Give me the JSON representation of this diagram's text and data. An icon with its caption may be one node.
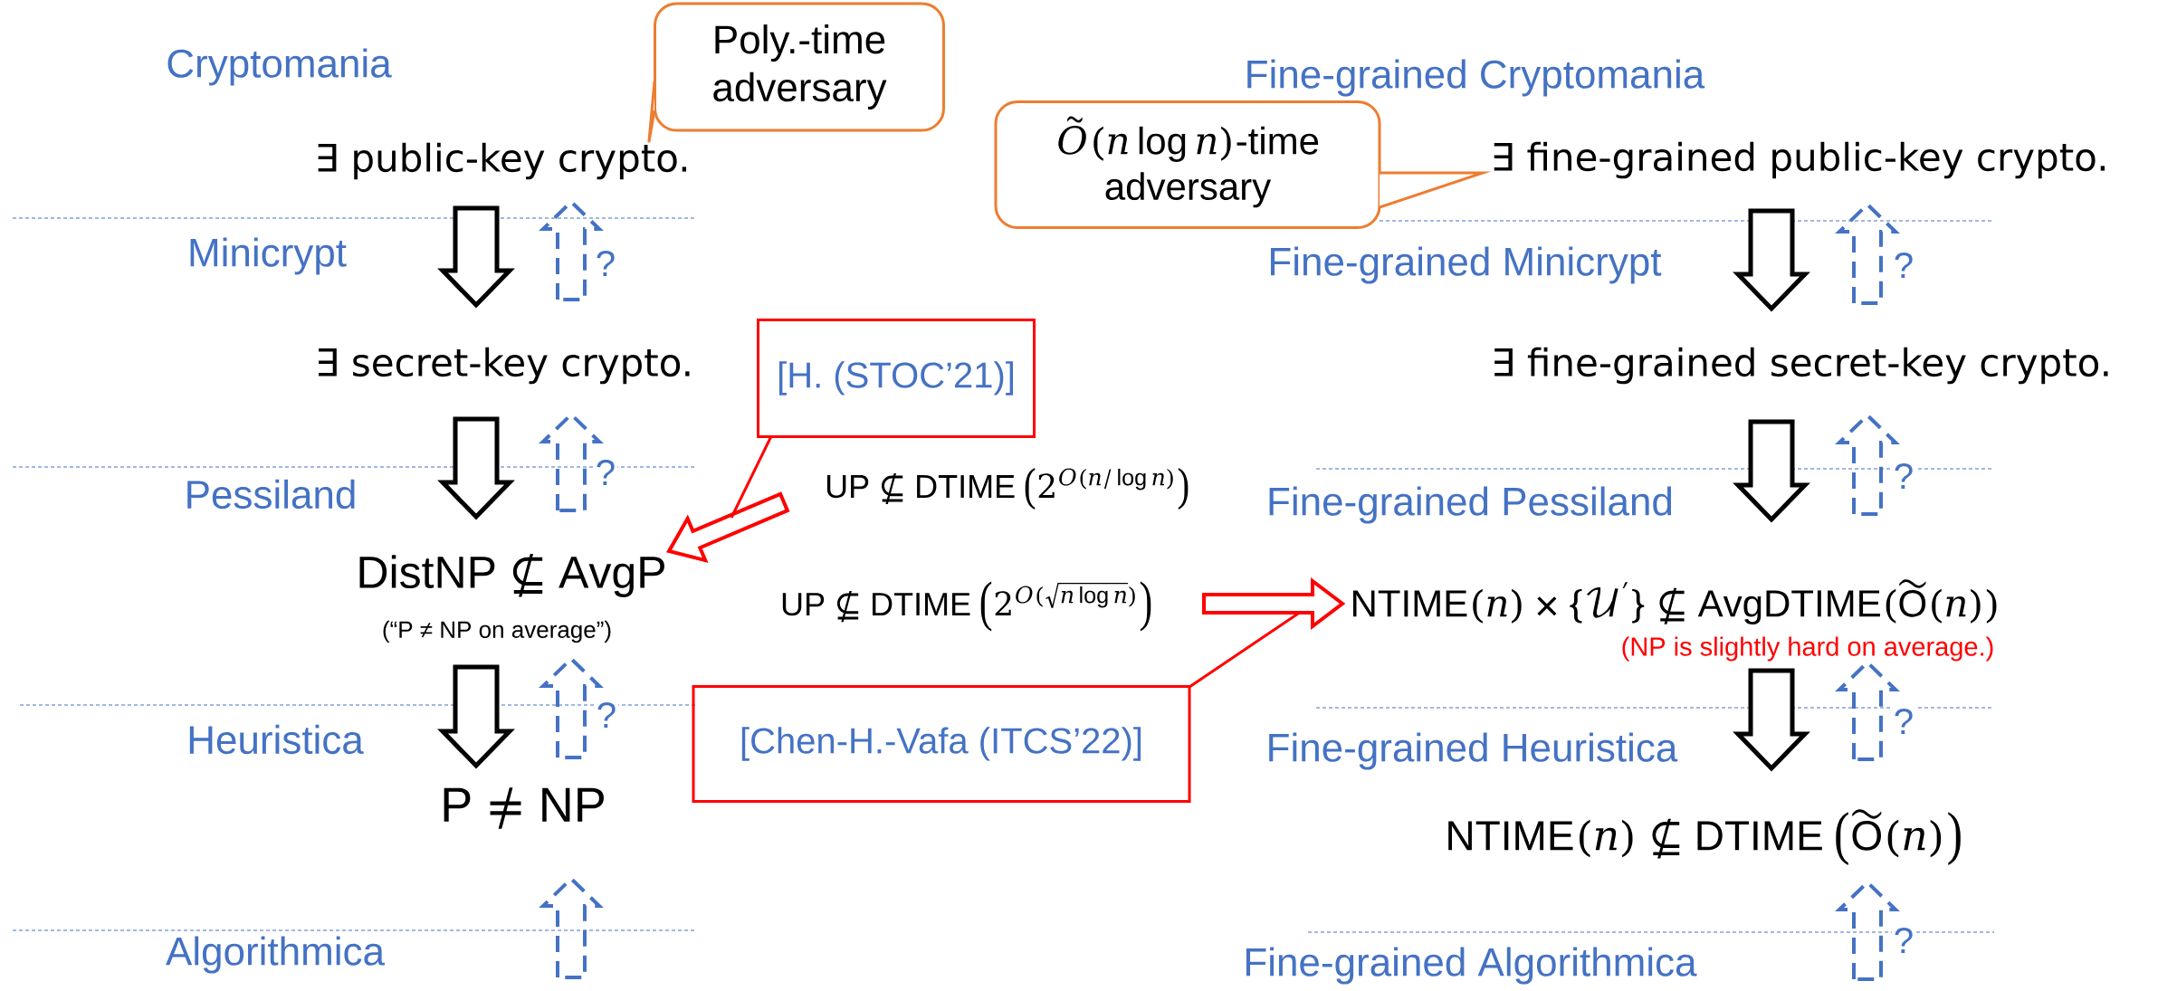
{
  "diagram": {
    "nodes": [
      {
        "text": [
          "∃ public-key crypto."
        ]
      },
      {
        "text": [
          "∃ secret-key crypto."
        ]
      },
      {
        "text": [
          "\\mathrm{DistNP}\\nsubseteq\\mathrm{AvgP}"
        ],
        "beside": [
          "(“P ≠ NP on average”)"
        ]
      },
      {
        "text": [
          "\\mathrm{P}\\neq\\mathrm{NP}"
        ]
      },
      {
        "text": [
          "∃ fine-grained public-key crypto."
        ]
      },
      {
        "text": [
          "∃ fine-grained secret-key crypto."
        ]
      },
      {
        "text": [
          "\\mathrm{NTIME}(n)\\times\\{\\mathcal{U}'\\}\\nsubseteq\\mathrm{AvgDTIME}(\\widetilde{\\mathrm{O}}(n))"
        ],
        "beside": [
          "(NP is slightly hard on average.)"
        ]
      },
      {
        "text": [
          "\\mathrm{NTIME}(n)\\nsubseteq\\mathrm{DTIME}\\left(\\widetilde{\\mathrm{O}}(n)\\right)"
        ]
      },
      {
        "text": [
          "\\mathrm{UP}\\nsubseteq\\mathrm{DTIME}\\left(2^{O(n/\\log n)}\\right)"
        ]
      },
      {
        "text": [
          "\\mathrm{UP}\\nsubseteq\\mathrm{DTIME}\\left(2^{O(\\sqrt{n\\log n})}\\right)"
        ]
      },
      {
        "text": [
          "Poly.-time adversary"
        ]
      },
      {
        "text": [
          "\\begin{array}{c}\\tilde{O}(n\\log n)\\text{-time}\\\\\\text{adversary}\\end{array}"
        ]
      },
      {
        "text": [
          "[H. (STOC’21)]"
        ]
      },
      {
        "text": [
          "[Chen-H.-Vafa (ITCS’22)]"
        ]
      }
    ],
    "edges": [
      {
        "from": 0,
        "to": 1,
        "arrow": "to"
      },
      {
        "from": 1,
        "to": 0,
        "arrow": "to",
        "label": "?",
        "style": "dashed",
        "color": "#4472c4"
      },
      {
        "from": 1,
        "to": 2,
        "arrow": "to"
      },
      {
        "from": 2,
        "to": 1,
        "arrow": "to",
        "label": "?",
        "style": "dashed",
        "color": "#4472c4"
      },
      {
        "from": 2,
        "to": 3,
        "arrow": "to"
      },
      {
        "from": 3,
        "to": 2,
        "arrow": "to",
        "label": "?",
        "style": "dashed",
        "color": "#4472c4"
      },
      {
        "from": null,
        "to": 3,
        "arrow": "to",
        "style": "dashed",
        "color": "#4472c4"
      },
      {
        "from": 4,
        "to": 5,
        "arrow": "to"
      },
      {
        "from": 5,
        "to": 4,
        "arrow": "to",
        "label": "?",
        "style": "dashed",
        "color": "#4472c4"
      },
      {
        "from": 5,
        "to": 6,
        "arrow": "to"
      },
      {
        "from": 6,
        "to": 5,
        "arrow": "to",
        "label": "?",
        "style": "dashed",
        "color": "#4472c4"
      },
      {
        "from": 6,
        "to": 7,
        "arrow": "to"
      },
      {
        "from": 7,
        "to": 6,
        "arrow": "to",
        "label": "?",
        "style": "dashed",
        "color": "#4472c4"
      },
      {
        "from": null,
        "to": 7,
        "arrow": "to",
        "label": "?",
        "style": "dashed",
        "color": "#4472c4"
      },
      {
        "from": 8,
        "to": 2,
        "arrow": "to",
        "color": "#ff0000"
      },
      {
        "from": 9,
        "to": 6,
        "arrow": "to",
        "color": "#ff0000"
      },
      {
        "from": 10,
        "to": 0,
        "arrow": "none",
        "color": "#ed7d31"
      },
      {
        "from": 11,
        "to": 4,
        "arrow": "none",
        "color": "#ed7d31"
      },
      {
        "from": 12,
        "to": null,
        "arrow": "none",
        "color": "#ff0000"
      },
      {
        "from": 13,
        "to": null,
        "arrow": "none",
        "color": "#ff0000"
      }
    ],
    "labels": [
      "Cryptomania",
      "Minicrypt",
      "Pessiland",
      "Heuristica",
      "Algorithmica",
      "Fine-grained Cryptomania",
      "Fine-grained Minicrypt",
      "Fine-grained Pessiland",
      "Fine-grained Heuristica",
      "Fine-grained Algorithmica"
    ]
  }
}
